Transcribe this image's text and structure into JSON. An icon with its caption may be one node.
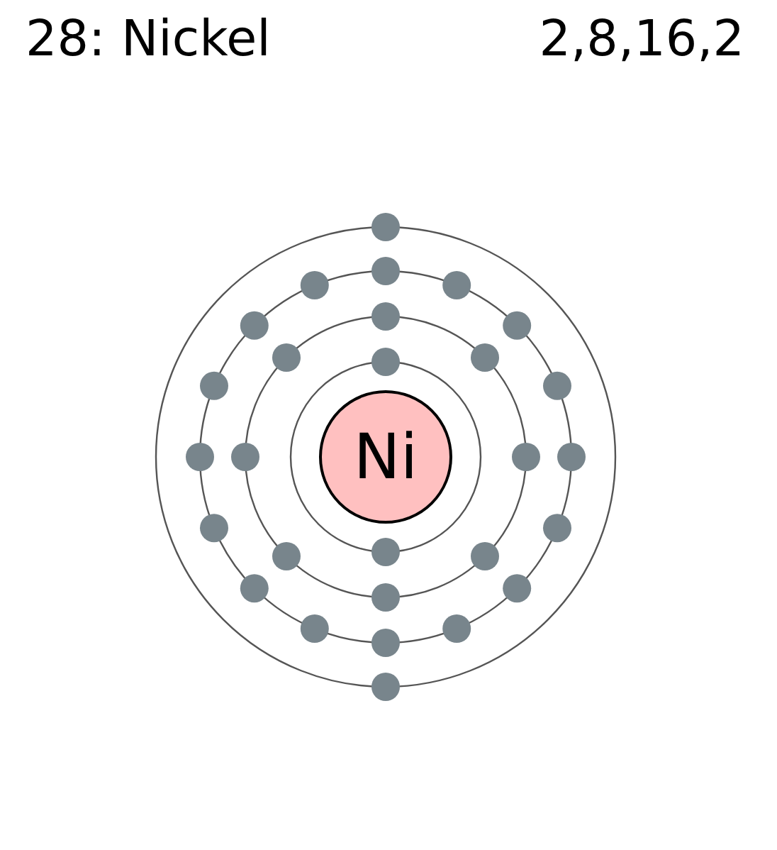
{
  "diagram": {
    "title": "28: Nickel",
    "nodes": [
      {
        "text": [
          "Ni"
        ]
      }
    ],
    "edges": [],
    "labels": [
      "2,8,16,2"
    ]
  }
}
